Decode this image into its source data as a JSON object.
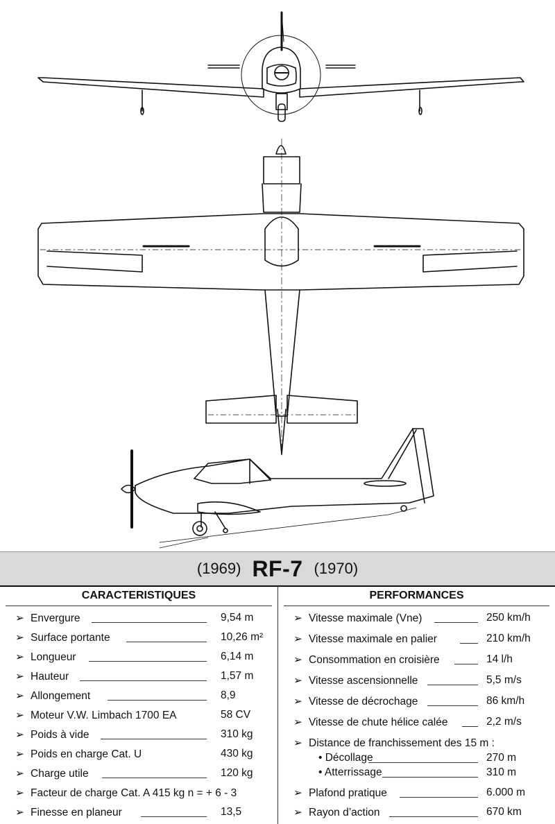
{
  "title": {
    "year_start": "(1969)",
    "model": "RF-7",
    "year_end": "(1970)"
  },
  "characteristics": {
    "heading": "CARACTERISTIQUES",
    "rows": [
      {
        "label": "Envergure",
        "value": "9,54 m"
      },
      {
        "label": "Surface portante",
        "value": "10,26 m²"
      },
      {
        "label": "Longueur",
        "value": "6,14 m"
      },
      {
        "label": "Hauteur",
        "value": "1,57 m"
      },
      {
        "label": "Allongement",
        "value": "8,9"
      },
      {
        "label": "Moteur V.W. Limbach 1700 EA",
        "value": "58 CV"
      },
      {
        "label": "Poids à vide",
        "value": "310 kg"
      },
      {
        "label": "Poids en charge Cat. U",
        "value": "430 kg"
      },
      {
        "label": "Charge utile",
        "value": "120 kg"
      },
      {
        "label": "Facteur de charge Cat. A 415 kg n = + 6 - 3",
        "value": ""
      },
      {
        "label": "Finesse en planeur",
        "value": "13,5"
      }
    ]
  },
  "performances": {
    "heading": "PERFORMANCES",
    "rows": [
      {
        "label": "Vitesse maximale (Vne)",
        "value": "250 km/h"
      },
      {
        "label": "Vitesse maximale en palier",
        "value": "210 km/h"
      },
      {
        "label": "Consommation en croisière",
        "value": "14 l/h"
      },
      {
        "label": "Vitesse ascensionnelle",
        "value": "5,5 m/s"
      },
      {
        "label": "Vitesse de décrochage",
        "value": "86 km/h"
      },
      {
        "label": "Vitesse de chute hélice calée",
        "value": "2,2 m/s"
      },
      {
        "label": "Distance de franchissement des 15 m :",
        "value": ""
      },
      {
        "label": "• Décollage",
        "value": "270 m"
      },
      {
        "label": "• Atterrissage",
        "value": "310 m"
      },
      {
        "label": "Plafond pratique",
        "value": "6.000 m"
      },
      {
        "label": "Rayon d’action",
        "value": "670 km"
      }
    ]
  },
  "arrow_glyph": "➢"
}
